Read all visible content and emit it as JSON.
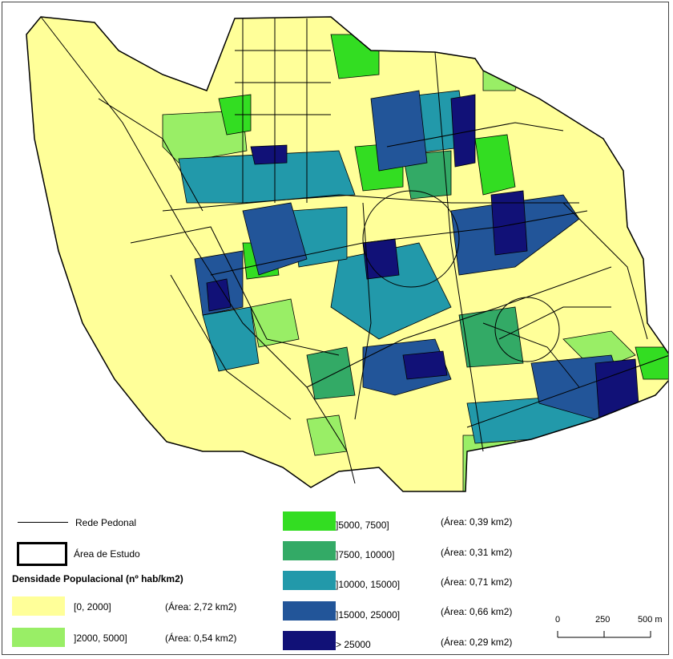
{
  "legend": {
    "network_label": "Rede Pedonal",
    "study_area_label": "Área de Estudo",
    "title": "Densidade Populacional (nº hab/km2)",
    "classes": [
      {
        "range": "[0, 2000]",
        "area": "(Área: 2,72 km2)",
        "color": "#FFFF99"
      },
      {
        "range": "]2000, 5000]",
        "area": "(Área: 0,54 km2)",
        "color": "#99EE66"
      },
      {
        "range": "]5000, 7500]",
        "area": "(Área: 0,39 km2)",
        "color": "#33DD22"
      },
      {
        "range": "]7500, 10000]",
        "area": "(Área: 0,31 km2)",
        "color": "#33AA66"
      },
      {
        "range": "]10000, 15000]",
        "area": "(Área: 0,71 km2)",
        "color": "#2299AA"
      },
      {
        "range": "]15000, 25000]",
        "area": "(Área: 0,66 km2)",
        "color": "#225599"
      },
      {
        "range": "> 25000",
        "area": "(Área: 0,29 km2)",
        "color": "#111177"
      }
    ]
  },
  "scale_bar": {
    "ticks": [
      "0",
      "250",
      "500 m"
    ]
  }
}
